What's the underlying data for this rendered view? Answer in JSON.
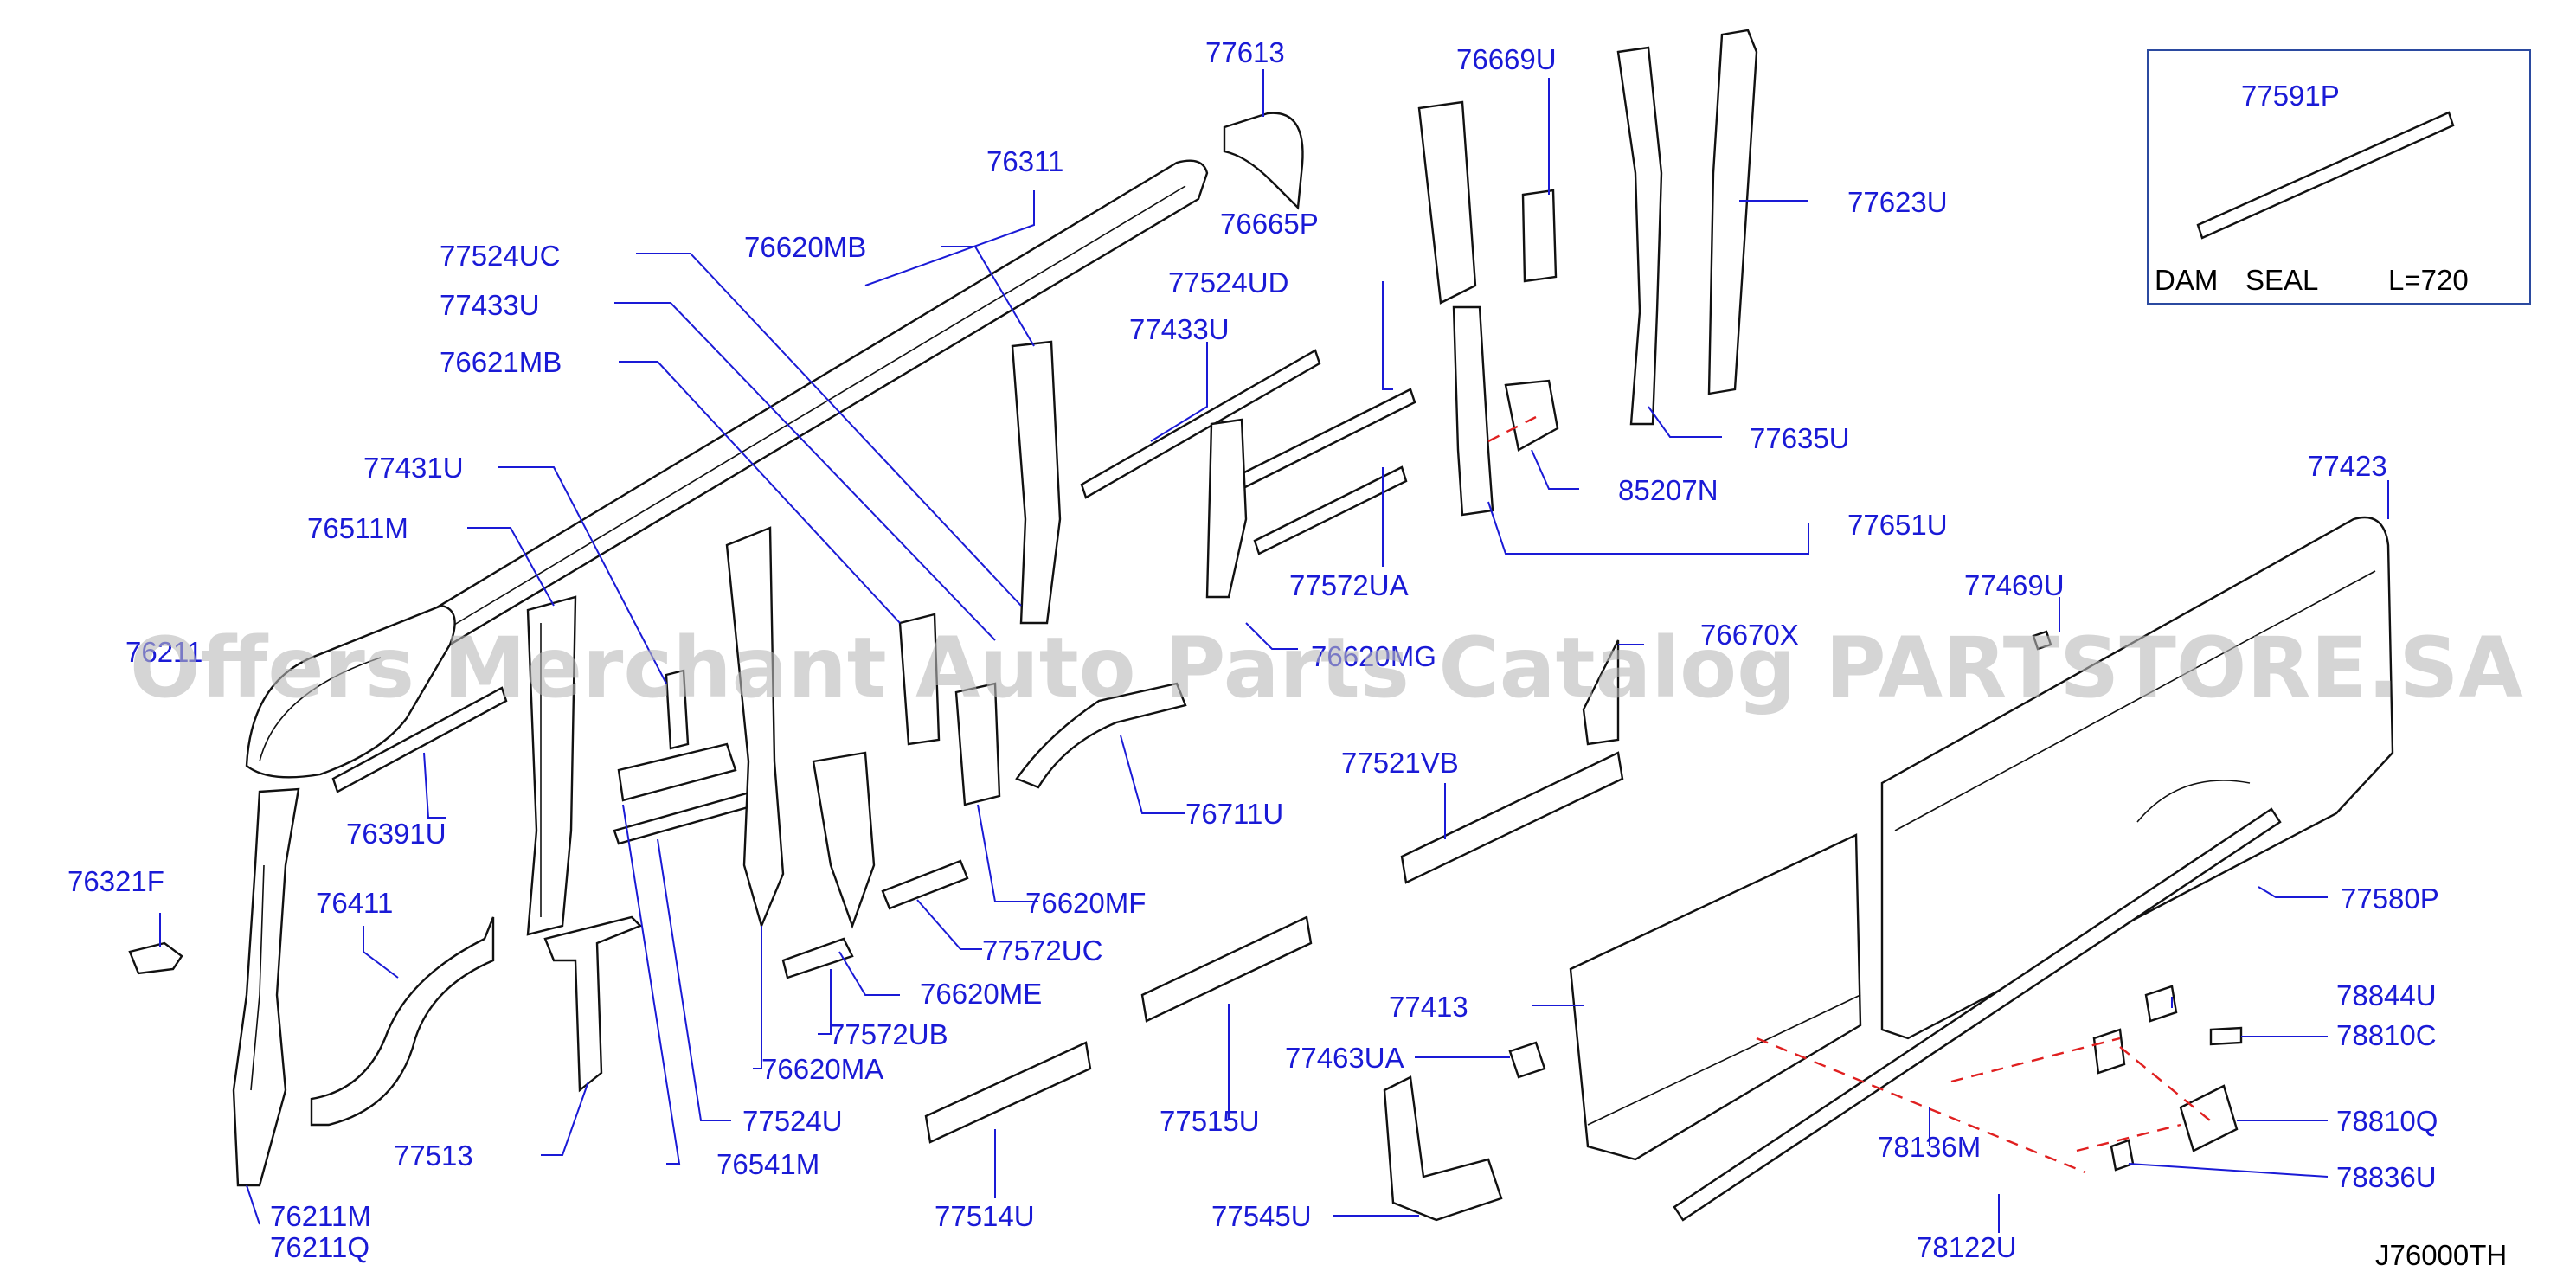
{
  "diagram": {
    "part_labels": [
      "77613",
      "76311",
      "76665P",
      "76669U",
      "77623U",
      "77524UC",
      "76620MB",
      "77524UD",
      "77433U",
      "77433U",
      "76621MB",
      "77635U",
      "77431U",
      "85207N",
      "77651U",
      "76511M",
      "77572UA",
      "77423",
      "77469U",
      "76211",
      "76620MG",
      "76670X",
      "77521VB",
      "76391U",
      "76711U",
      "76321F",
      "76620MF",
      "76411",
      "77572UC",
      "77580P",
      "77413",
      "76620ME",
      "78844U",
      "77572UB",
      "78810C",
      "77463UA",
      "76620MA",
      "77515U",
      "78810Q",
      "77513",
      "77524U",
      "78136M",
      "76541M",
      "78836U",
      "77514U",
      "77545U",
      "76211M",
      "76211Q",
      "78122U"
    ],
    "inset": {
      "part_number": "77591P",
      "name_word1": "DAM",
      "name_word2": "SEAL",
      "length": "L=720"
    },
    "diagram_code": "J76000TH",
    "watermark": "Offers Merchant Auto Parts Catalog PARTSTORE.SA",
    "label_color": "#1a1ad6",
    "reference_line_color": "#e02020"
  }
}
